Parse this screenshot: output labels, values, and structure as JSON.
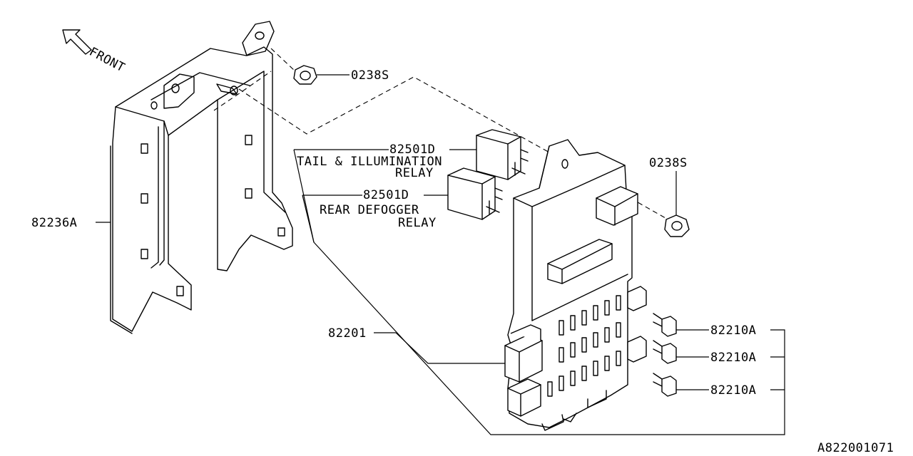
{
  "direction_label": "FRONT",
  "labels": {
    "nut_top": "0238S",
    "nut_right": "0238S",
    "relay_tail_part": "82501D",
    "relay_tail_name_1": "TAIL & ILLUMINATION",
    "relay_tail_name_2": "RELAY",
    "relay_rear_part": "82501D",
    "relay_rear_name_1": "REAR DEFOGGER",
    "relay_rear_name_2": "RELAY",
    "bracket": "82236A",
    "fuse_box": "82201",
    "fuse_1": "82210A",
    "fuse_2": "82210A",
    "fuse_3": "82210A"
  },
  "diagram_id": "A822001071"
}
